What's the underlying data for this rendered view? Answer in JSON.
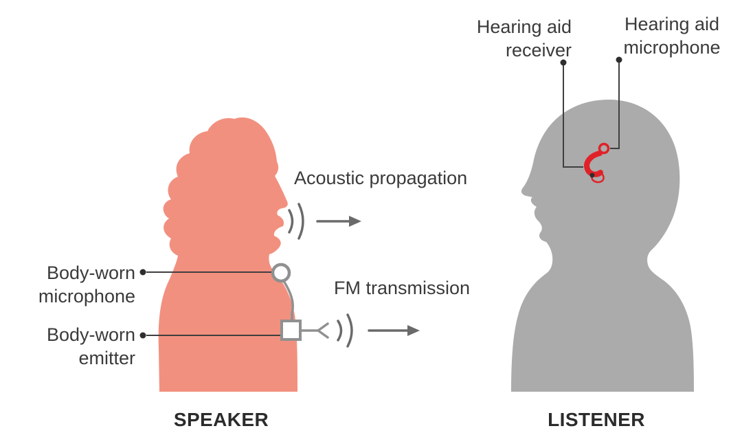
{
  "diagram": {
    "labels": {
      "hearing_aid_receiver": {
        "line1": "Hearing aid",
        "line2": "receiver"
      },
      "hearing_aid_microphone": {
        "line1": "Hearing aid",
        "line2": "microphone"
      },
      "acoustic_propagation": "Acoustic propagation",
      "fm_transmission": "FM transmission",
      "body_worn_microphone": {
        "line1": "Body-worn",
        "line2": "microphone"
      },
      "body_worn_emitter": {
        "line1": "Body-worn",
        "line2": "emitter"
      },
      "speaker_caption": "SPEAKER",
      "listener_caption": "LISTENER"
    },
    "colors": {
      "speaker_silhouette": "#F2907F",
      "listener_silhouette": "#ABABAB",
      "hearing_aid_red": "#E02228",
      "text": "#3A3A3A",
      "leader_line": "#3F3F3F",
      "arrow_gray": "#6A6A6A",
      "device_gray": "#909090"
    }
  }
}
